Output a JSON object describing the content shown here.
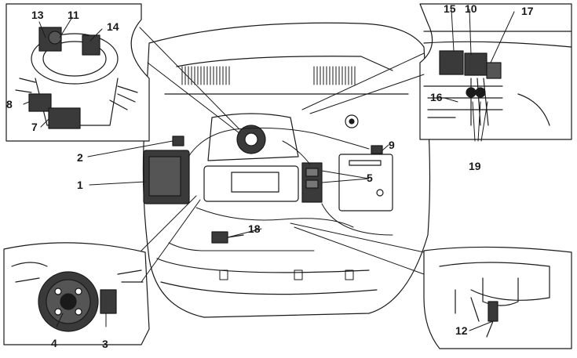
{
  "callouts": [
    {
      "id": "c1",
      "text": "1"
    },
    {
      "id": "c2",
      "text": "2"
    },
    {
      "id": "c3",
      "text": "3"
    },
    {
      "id": "c4",
      "text": "4"
    },
    {
      "id": "c5",
      "text": "5"
    },
    {
      "id": "c7",
      "text": "7"
    },
    {
      "id": "c8",
      "text": "8"
    },
    {
      "id": "c9",
      "text": "9"
    },
    {
      "id": "c10",
      "text": "10"
    },
    {
      "id": "c11",
      "text": "11"
    },
    {
      "id": "c12",
      "text": "12"
    },
    {
      "id": "c13",
      "text": "13"
    },
    {
      "id": "c14",
      "text": "14"
    },
    {
      "id": "c15",
      "text": "15"
    },
    {
      "id": "c16",
      "text": "16"
    },
    {
      "id": "c17",
      "text": "17"
    },
    {
      "id": "c18",
      "text": "18"
    },
    {
      "id": "c19",
      "text": "19"
    }
  ],
  "colors": {
    "ink": "#1a1a1a",
    "paper": "#ffffff",
    "shade": "#3a3a3a"
  }
}
